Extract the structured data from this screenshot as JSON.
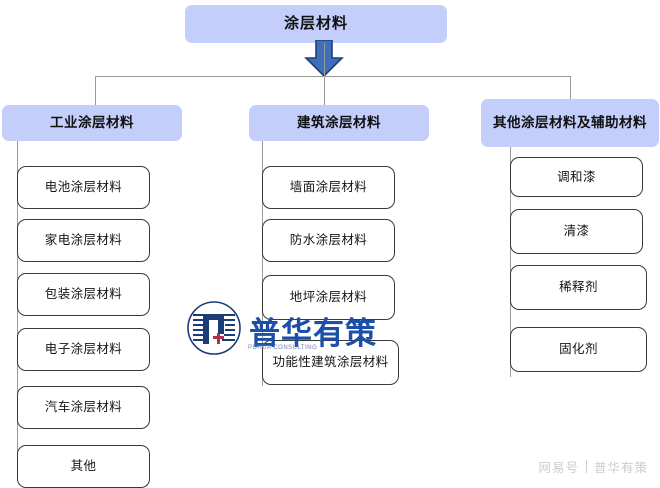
{
  "chart_data": {
    "type": "diagram",
    "title": "涂层材料",
    "diagram_kind": "hierarchy-tree",
    "levels": 3,
    "root": "涂层材料",
    "branches": [
      {
        "label": "工业涂层材料",
        "children": [
          "电池涂层材料",
          "家电涂层材料",
          "包装涂层材料",
          "电子涂层材料",
          "汽车涂层材料",
          "其他"
        ]
      },
      {
        "label": "建筑涂层材料",
        "children": [
          "墙面涂层材料",
          "防水涂层材料",
          "地坪涂层材料",
          "功能性建筑涂层材料"
        ]
      },
      {
        "label": "其他涂层材料及辅助材料",
        "children": [
          "调和漆",
          "清漆",
          "稀释剂",
          "固化剂"
        ]
      }
    ]
  },
  "root": {
    "label": "涂层材料"
  },
  "arrow": {
    "icon": "down-arrow-icon",
    "fill": "#3f6fba",
    "stroke": "#1f3f7a"
  },
  "colors": {
    "node_fill": "#c3cefa",
    "leaf_fill": "#ffffff",
    "leaf_border": "#3a3a3a",
    "connector": "#9a9a9a",
    "brand": "#1b4fa8",
    "watermark_grey": "#cccccc",
    "background": "#ffffff"
  },
  "branch1": {
    "label": "工业涂层材料",
    "items": [
      {
        "label": "电池涂层材料"
      },
      {
        "label": "家电涂层材料"
      },
      {
        "label": "包装涂层材料"
      },
      {
        "label": "电子涂层材料"
      },
      {
        "label": "汽车涂层材料"
      },
      {
        "label": "其他"
      }
    ]
  },
  "branch2": {
    "label": "建筑涂层材料",
    "items": [
      {
        "label": "墙面涂层材料"
      },
      {
        "label": "防水涂层材料"
      },
      {
        "label": "地坪涂层材料"
      },
      {
        "label": "功能性建筑涂层材料"
      }
    ]
  },
  "branch3": {
    "label": "其他涂层材料及辅助材料",
    "items": [
      {
        "label": "调和漆"
      },
      {
        "label": "清漆"
      },
      {
        "label": "稀释剂"
      },
      {
        "label": "固化剂"
      }
    ]
  },
  "watermark": {
    "center_text": "普华有策",
    "center_sub": "PUHUA CONSULTING",
    "logo_icon": "puhua-circular-logo",
    "corner_platform": "网易号",
    "corner_divider": "|",
    "corner_account": "普华有策"
  }
}
